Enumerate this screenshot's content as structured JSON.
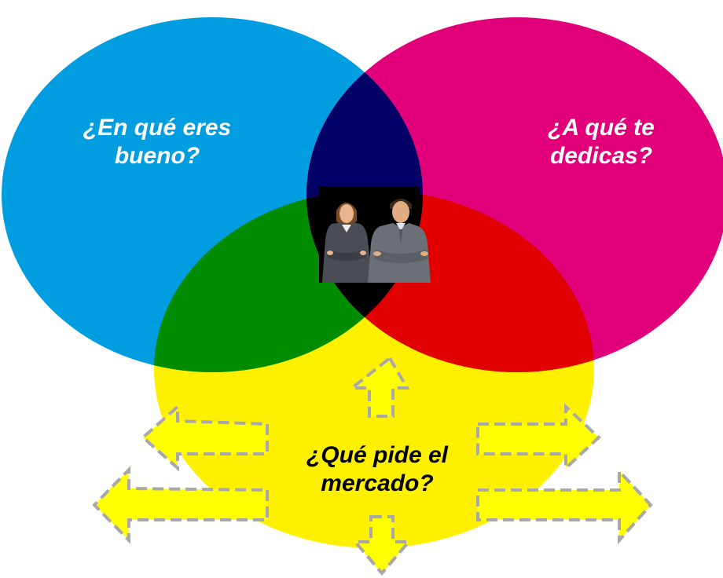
{
  "diagram": {
    "circles": {
      "blue": {
        "color": "#009de0",
        "lines": [
          "¿En qué eres",
          "bueno?"
        ],
        "text_color": "#ffffff"
      },
      "magenta": {
        "color": "#e2007a",
        "lines": [
          "¿A qué te",
          "dedicas?"
        ],
        "text_color": "#ffffff"
      },
      "yellow": {
        "color": "#fff000",
        "lines": [
          "¿Qué pide el",
          "mercado?"
        ],
        "text_color": "#000000"
      }
    },
    "overlaps": {
      "blue_magenta": "#000066",
      "blue_yellow": "#008c00",
      "magenta_yellow": "#e00000",
      "center": "#000000"
    },
    "center_image": "two-business-people-photo",
    "arrows": [
      "up",
      "down",
      "left-upper",
      "left-lower",
      "right-upper",
      "right-lower"
    ]
  }
}
